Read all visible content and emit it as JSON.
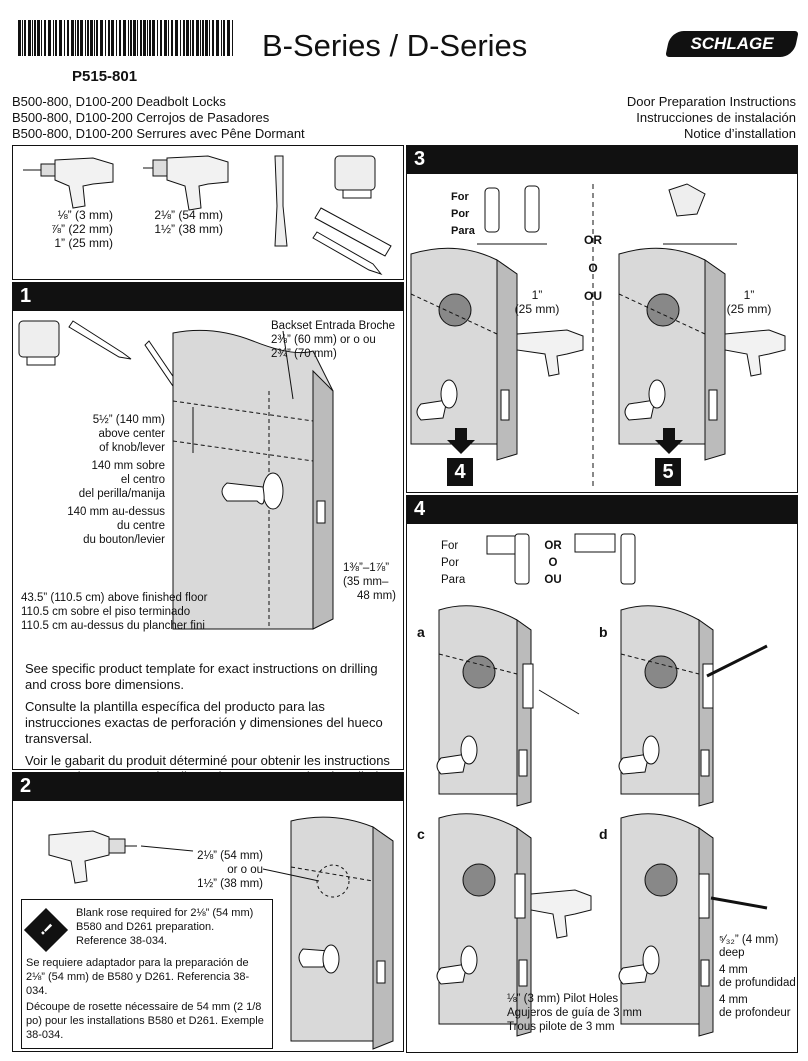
{
  "header": {
    "part_number": "P515-801",
    "title": "B-Series / D-Series",
    "brand": "SCHLAGE",
    "products": [
      "B500-800, D100-200 Deadbolt Locks",
      "B500-800, D100-200 Cerrojos de Pasadores",
      "B500-800, D100-200 Serrures avec Pêne Dormant"
    ],
    "doc_titles": [
      "Door Preparation Instructions",
      "Instrucciones de instalación",
      "Notice d’installation"
    ]
  },
  "tools": {
    "drill1_sizes": [
      "⅛” (3 mm)",
      "⅞” (22 mm)",
      "1” (25 mm)"
    ],
    "drill2_sizes": [
      "2⅛” (54 mm)",
      "1½” (38 mm)"
    ]
  },
  "step1": {
    "number": "1",
    "backset": [
      "Backset Entrada Broche",
      "2⅜” (60 mm) or o ou",
      "2¾” (70 mm)"
    ],
    "above_center_en": [
      "5½” (140 mm)",
      "above center",
      "of knob/lever"
    ],
    "above_center_es": [
      "140 mm sobre",
      "el centro",
      "del perilla/manija"
    ],
    "above_center_fr": [
      "140 mm au-dessus",
      "du centre",
      "du bouton/levier"
    ],
    "door_thickness": [
      "1⅜”–1⅞”",
      "(35 mm–",
      "48 mm)"
    ],
    "floor": [
      "43.5” (110.5 cm) above finished floor",
      "110.5 cm sobre el piso terminado",
      "110.5 cm au-dessus du plancher fini"
    ],
    "notes": [
      "See specific product template for exact instructions on drilling and cross bore dimensions.",
      "Consulte la plantilla específica del producto para las instrucciones exactas de perforación y dimensiones del hueco transversal.",
      "Voir le gabarit du produit déterminé pour obtenir les instructions exactes de perçage et les dimensions transversales du cylindre."
    ]
  },
  "step2": {
    "number": "2",
    "hole": [
      "2⅛” (54 mm)",
      "or  o  ou",
      "1½” (38 mm)"
    ],
    "warning_en": "Blank rose required for 2⅛” (54 mm) B580 and D261 preparation. Reference 38-034.",
    "warning_es": "Se requiere adaptador para la preparación de 2⅛” (54 mm) de B580 y D261. Referencia 38-034.",
    "warning_fr": "Découpe de rosette nécessaire de 54 mm (2 1/8 po) pour les installations B580 et D261. Exemple 38-034.",
    "warning_symbol": "!"
  },
  "step3": {
    "number": "3",
    "for_labels": [
      "For",
      "Por",
      "Para"
    ],
    "or_labels": [
      "OR",
      "O",
      "OU"
    ],
    "depth_left": [
      "1”",
      "(25 mm)"
    ],
    "depth_right": [
      "1”",
      "(25 mm)"
    ],
    "goto_left": "4",
    "goto_right": "5"
  },
  "step4": {
    "number": "4",
    "for_labels": [
      "For",
      "Por",
      "Para"
    ],
    "or_labels": [
      "OR",
      "O",
      "OU"
    ],
    "panels": [
      "a",
      "b",
      "c",
      "d"
    ],
    "pilot_holes": [
      "⅛” (3 mm) Pilot Holes",
      "Agujeros de guía de 3 mm",
      "Trous pilote de 3 mm"
    ],
    "depth": [
      "⁵⁄₃₂” (4 mm)",
      "deep",
      "4 mm",
      "de profundidad",
      "4 mm",
      "de profondeur"
    ]
  }
}
